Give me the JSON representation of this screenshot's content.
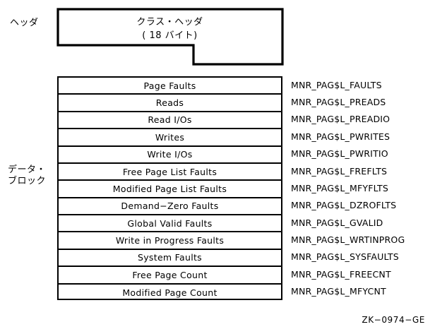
{
  "figure": {
    "id_label": "ZK−0974−GE"
  },
  "side_labels": {
    "header": "ヘッダ",
    "data_block": "データ・\nブロック"
  },
  "header_block": {
    "title": "クラス・ヘッダ",
    "size": "( 18 バイト)"
  },
  "data_block": {
    "rows": [
      {
        "label": "Page Faults",
        "symbol": "MNR_PAG$L_FAULTS"
      },
      {
        "label": "Reads",
        "symbol": "MNR_PAG$L_PREADS"
      },
      {
        "label": "Read I/Os",
        "symbol": "MNR_PAG$L_PREADIO"
      },
      {
        "label": "Writes",
        "symbol": "MNR_PAG$L_PWRITES"
      },
      {
        "label": "Write I/Os",
        "symbol": "MNR_PAG$L_PWRITIO"
      },
      {
        "label": "Free Page List Faults",
        "symbol": "MNR_PAG$L_FREFLTS"
      },
      {
        "label": "Modified Page List Faults",
        "symbol": "MNR_PAG$L_MFYFLTS"
      },
      {
        "label": "Demand−Zero Faults",
        "symbol": "MNR_PAG$L_DZROFLTS"
      },
      {
        "label": "Global Valid Faults",
        "symbol": "MNR_PAG$L_GVALID"
      },
      {
        "label": "Write in Progress Faults",
        "symbol": "MNR_PAG$L_WRTINPROG"
      },
      {
        "label": "System Faults",
        "symbol": "MNR_PAG$L_SYSFAULTS"
      },
      {
        "label": "Free Page Count",
        "symbol": "MNR_PAG$L_FREECNT"
      },
      {
        "label": "Modified Page Count",
        "symbol": "MNR_PAG$L_MFYCNT"
      }
    ]
  },
  "colors": {
    "stroke": "#000000",
    "background": "#ffffff"
  }
}
